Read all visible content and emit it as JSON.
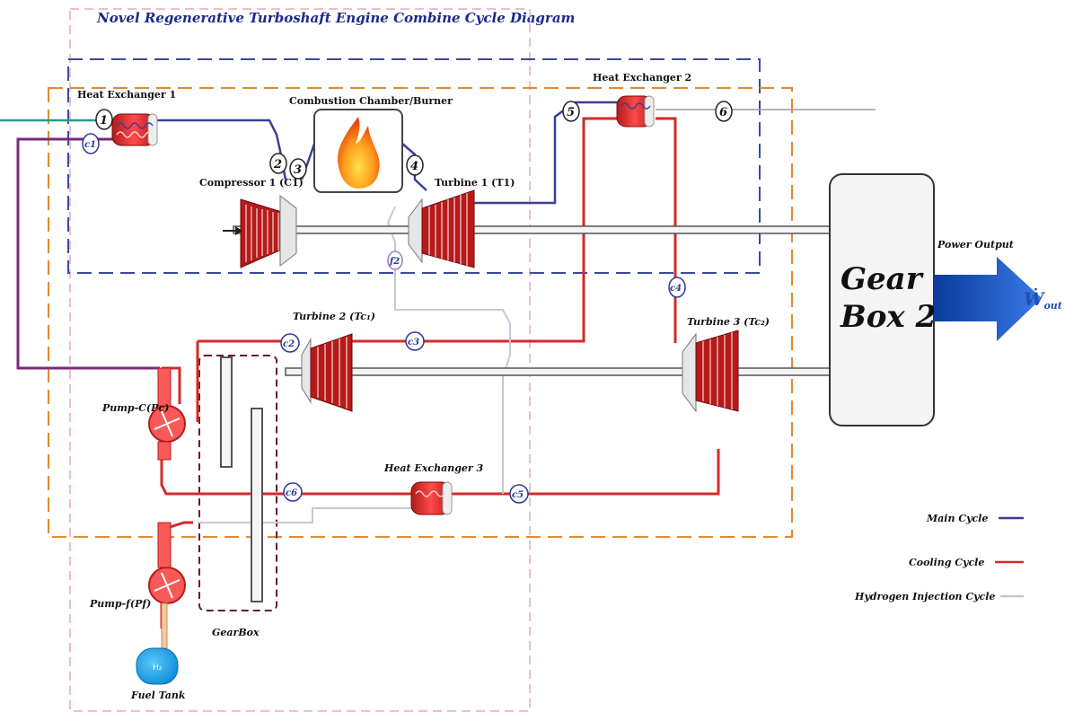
{
  "title": "Novel Regenerative Turboshaft Engine Combine Cycle Diagram",
  "labels": {
    "heat_exchanger_1": "Heat Exchanger 1",
    "heat_exchanger_2": "Heat Exchanger 2",
    "heat_exchanger_3": "Heat Exchanger 3",
    "combustion_chamber": "Combustion Chamber/Burner",
    "compressor_1": "Compressor 1 (C1)",
    "turbine_1": "Turbine 1 (T1)",
    "turbine_2": "Turbine 2 (Tc₁)",
    "turbine_3": "Turbine 3 (Tc₂)",
    "gear_box_2_line1": "Gear",
    "gear_box_2_line2": "Box 2",
    "power_output": "Power Output",
    "w_out": "Ẇ",
    "w_out_sub": "out",
    "pump_c": "Pump-C(Pc)",
    "pump_f": "Pump-f(Pf)",
    "gearbox": "GearBox",
    "fuel_tank": "Fuel Tank",
    "tank_h2": "H₂"
  },
  "state_points": {
    "s1": "1",
    "s2": "2",
    "s3": "3",
    "s4": "4",
    "s5": "5",
    "s6": "6",
    "c1": "c1",
    "c2": "c2",
    "c3": "c3",
    "c4": "c4",
    "c5": "c5",
    "c6": "c6",
    "f2": "f2"
  },
  "legend": [
    {
      "label": "Main Cycle",
      "color": "#3a3f96"
    },
    {
      "label": "Cooling Cycle",
      "color": "#d42a2a"
    },
    {
      "label": "Hydrogen Injection Cycle",
      "color": "#c8c8d4"
    }
  ],
  "colors": {
    "main": "#3a3f96",
    "cooling": "#d42a2a",
    "hydrogen": "#c8c8d4",
    "inlet": "#2a9a8a",
    "purple": "#7a2a7a",
    "box_blue": "#3a4a9a",
    "box_orange": "#e08a30",
    "box_pink": "#e8a8b8",
    "box_maroon": "#6a1a2a",
    "arrow": "#1f4fb8"
  }
}
